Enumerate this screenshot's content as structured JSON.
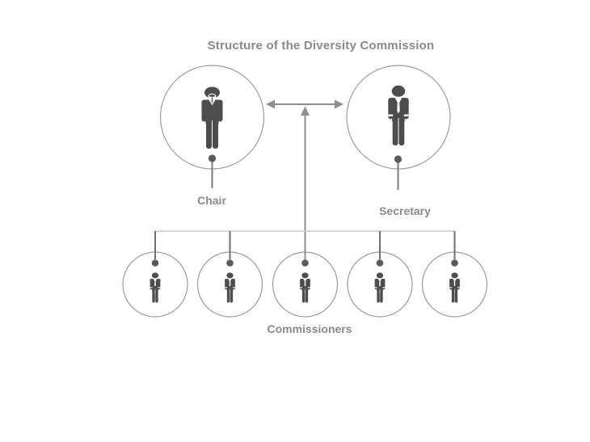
{
  "title": "Structure of the Diversity Commission",
  "nodes": {
    "chair": {
      "label": "Chair",
      "icon": "businessman-beard-icon"
    },
    "secretary": {
      "label": "Secretary",
      "icon": "businessman-tie-icon"
    },
    "commissioners": {
      "label": "Commissioners",
      "count": 5,
      "icon": "businessman-tie-icon"
    }
  },
  "connections": [
    {
      "from": "chair",
      "to": "secretary",
      "type": "double-headed-arrow"
    },
    {
      "from": "commissioners-line",
      "to": "chair-secretary-link",
      "type": "upward-arrow"
    }
  ],
  "colors": {
    "background": "#ffffff",
    "circle_border": "#9c9c9c",
    "arrow_line": "#8f8f8f",
    "light_connector": "#c9c9c9",
    "drop_line": "#6f6f6f",
    "dot": "#5b5b5b",
    "icon": "#4d4d4d",
    "text": "#8a8a8a"
  }
}
